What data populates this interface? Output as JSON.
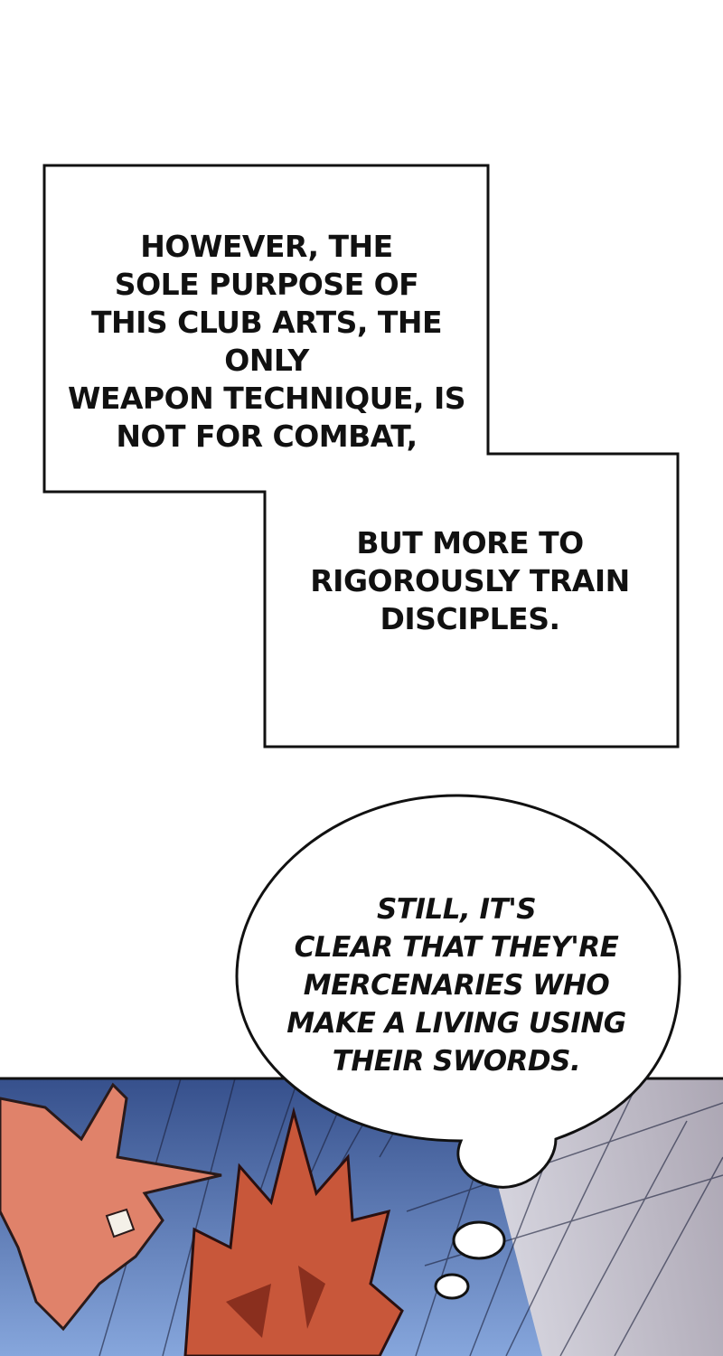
{
  "caption_top": {
    "lines": [
      "HOWEVER, THE",
      "SOLE PURPOSE OF",
      "THIS CLUB ARTS, THE ONLY",
      "WEAPON TECHNIQUE, IS",
      "NOT FOR COMBAT,"
    ]
  },
  "caption_bottom": {
    "lines": [
      "BUT MORE TO",
      "RIGOROUSLY TRAIN",
      "DISCIPLES."
    ]
  },
  "speech_bubble": {
    "lines": [
      "STILL, IT'S",
      "CLEAR THAT THEY'RE",
      "MERCENARIES WHO",
      "MAKE A LIVING USING",
      "THEIR SWORDS."
    ]
  },
  "colors": {
    "sky_top": "#3a4f8a",
    "sky_bottom": "#7fa0d8",
    "hair": "#c8573a",
    "hand": "#e0826a",
    "wall": "#cfc8cc"
  }
}
